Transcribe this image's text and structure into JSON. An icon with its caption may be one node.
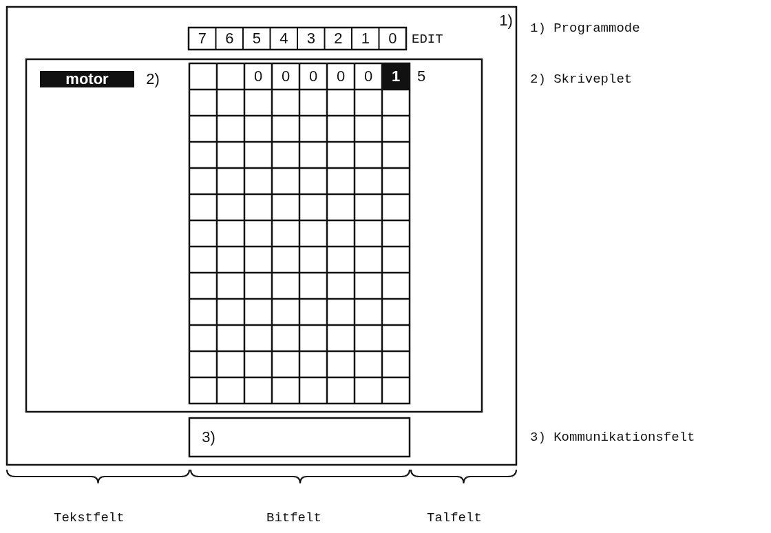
{
  "diagram": {
    "labels": [
      "7",
      "6",
      "5",
      "4",
      "3",
      "2",
      "1",
      "0",
      "EDIT",
      "1)",
      "1) Programmode",
      "motor",
      "2)",
      "0",
      "0",
      "0",
      "0",
      "0",
      "1",
      "5",
      "2) Skriveplet",
      "3)",
      "3) Kommunikationsfelt",
      "Tekstfelt",
      "Bitfelt",
      "Talfelt"
    ]
  }
}
